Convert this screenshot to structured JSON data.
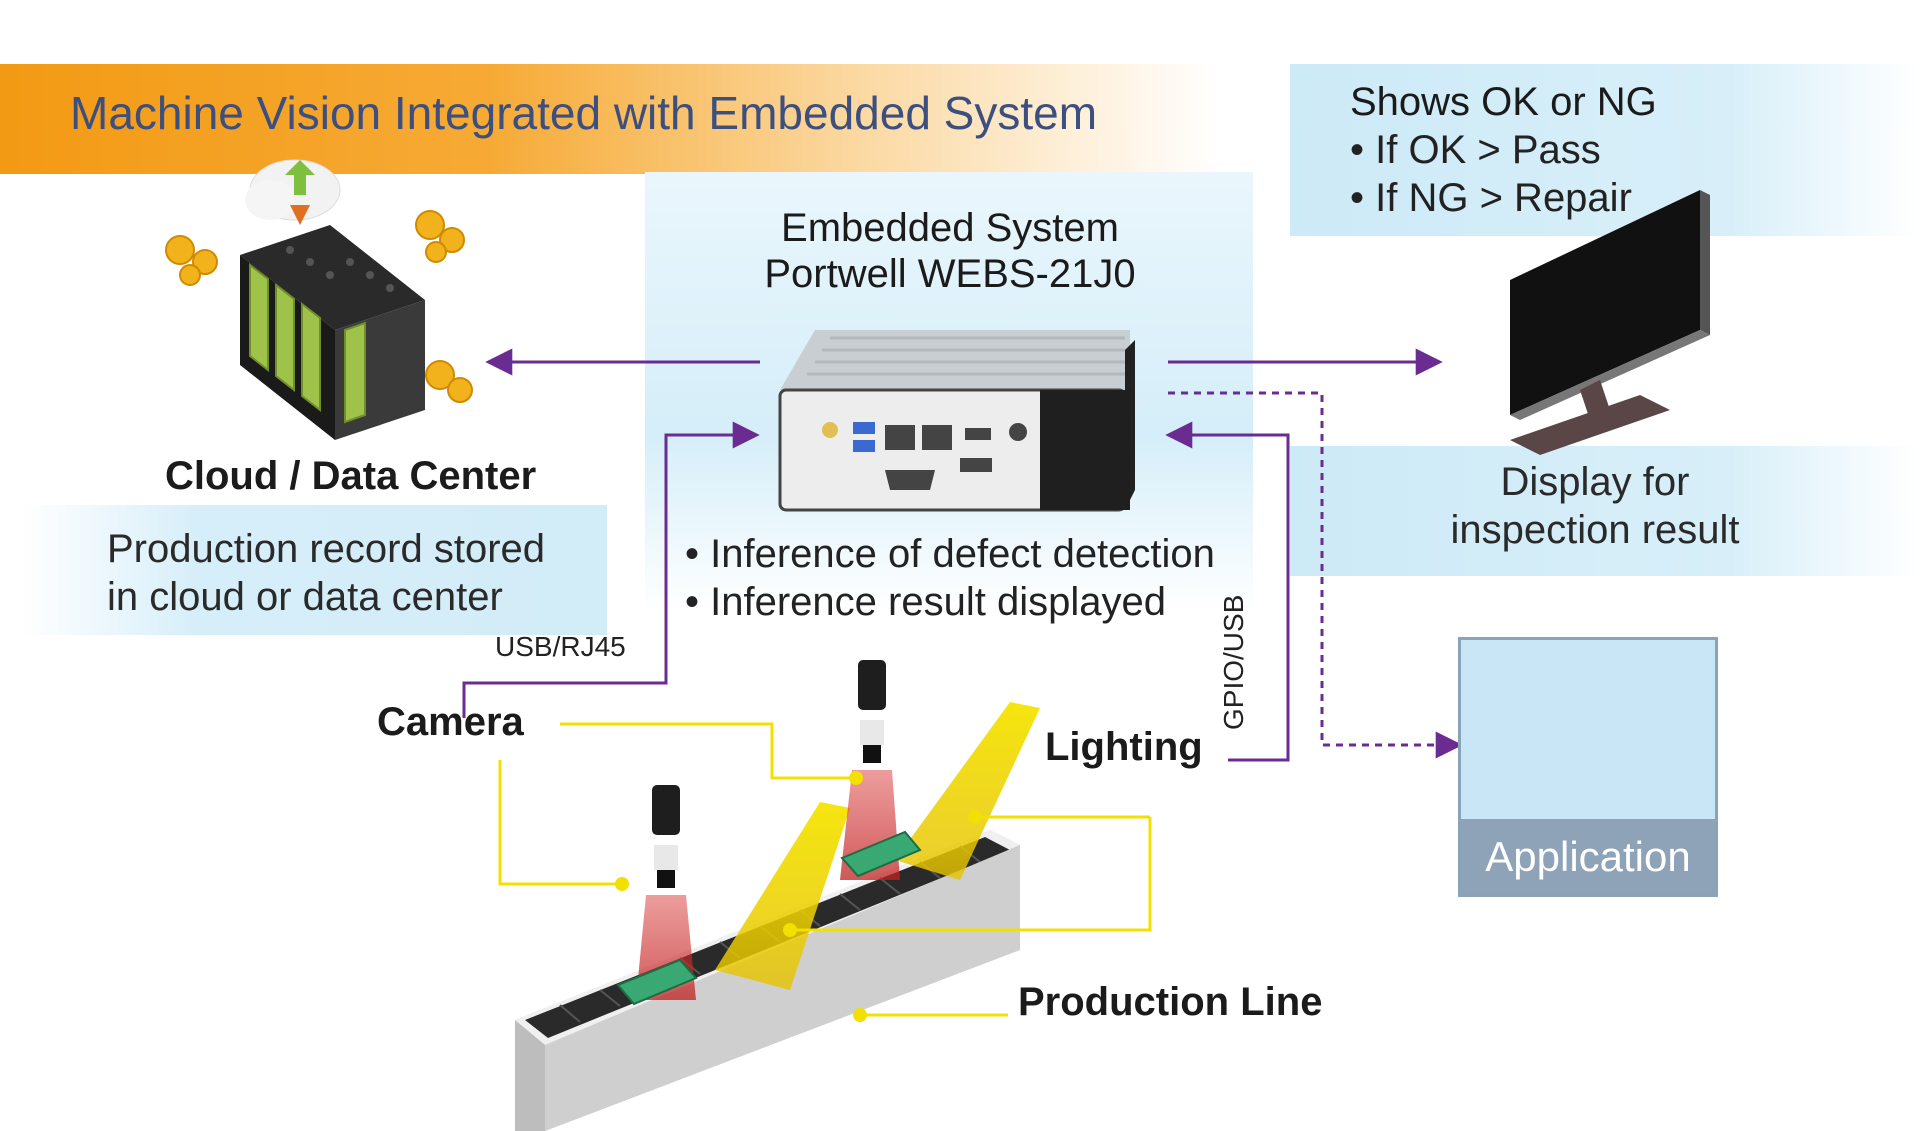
{
  "title": "Machine Vision Integrated with Embedded System",
  "embedded": {
    "title_line1": "Embedded System",
    "title_line2": "Portwell WEBS-21J0",
    "bullets": [
      "Inference of defect detection",
      "Inference result displayed"
    ]
  },
  "ok_panel": {
    "title": "Shows OK or NG",
    "bullets": [
      "If OK > Pass",
      "If NG > Repair"
    ]
  },
  "display": {
    "line1": "Display for",
    "line2": "inspection result"
  },
  "cloud": {
    "title": "Cloud / Data Center",
    "desc_line1": "Production record stored",
    "desc_line2": "in cloud or data center"
  },
  "connections": {
    "usb_rj45": "USB/RJ45",
    "gpio_usb": "GPIO/USB"
  },
  "labels": {
    "camera": "Camera",
    "lighting": "Lighting",
    "production_line": "Production Line"
  },
  "application": {
    "label": "Application"
  },
  "colors": {
    "title_orange": "#f39a14",
    "title_text": "#3c4f7f",
    "panel_blue": "#d2ecf8",
    "arrow_purple": "#6a2c91",
    "callout_yellow": "#f2e000",
    "app_gray": "#8fa3b8"
  }
}
